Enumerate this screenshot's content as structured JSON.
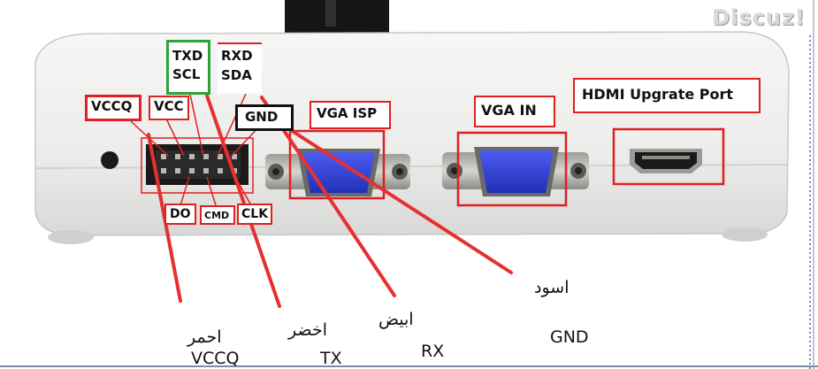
{
  "watermark": "Discuz!",
  "device_labels": {
    "txd": "TXD",
    "scl": "SCL",
    "rxd": "RXD",
    "sda": "SDA",
    "vccq": "VCCQ",
    "vcc": "VCC",
    "gnd": "GND",
    "vga_isp": "VGA ISP",
    "vga_in": "VGA IN",
    "hdmi": "HDMI Upgrate Port",
    "do": "DO",
    "cmd": "CMD",
    "clk": "CLK"
  },
  "wire_captions": [
    {
      "arabic": "احمر",
      "latin": "VCCQ"
    },
    {
      "arabic": "اخضر",
      "latin": "TX"
    },
    {
      "arabic": "ابيض",
      "latin": "RX"
    },
    {
      "arabic": "اسود",
      "latin": "GND"
    }
  ],
  "colors": {
    "annotation_red": "#e02020",
    "annotation_green": "#2aa43a",
    "annotation_black": "#111111",
    "vga_blue": "#2f3fd0",
    "device_body": "#eeeeec"
  }
}
